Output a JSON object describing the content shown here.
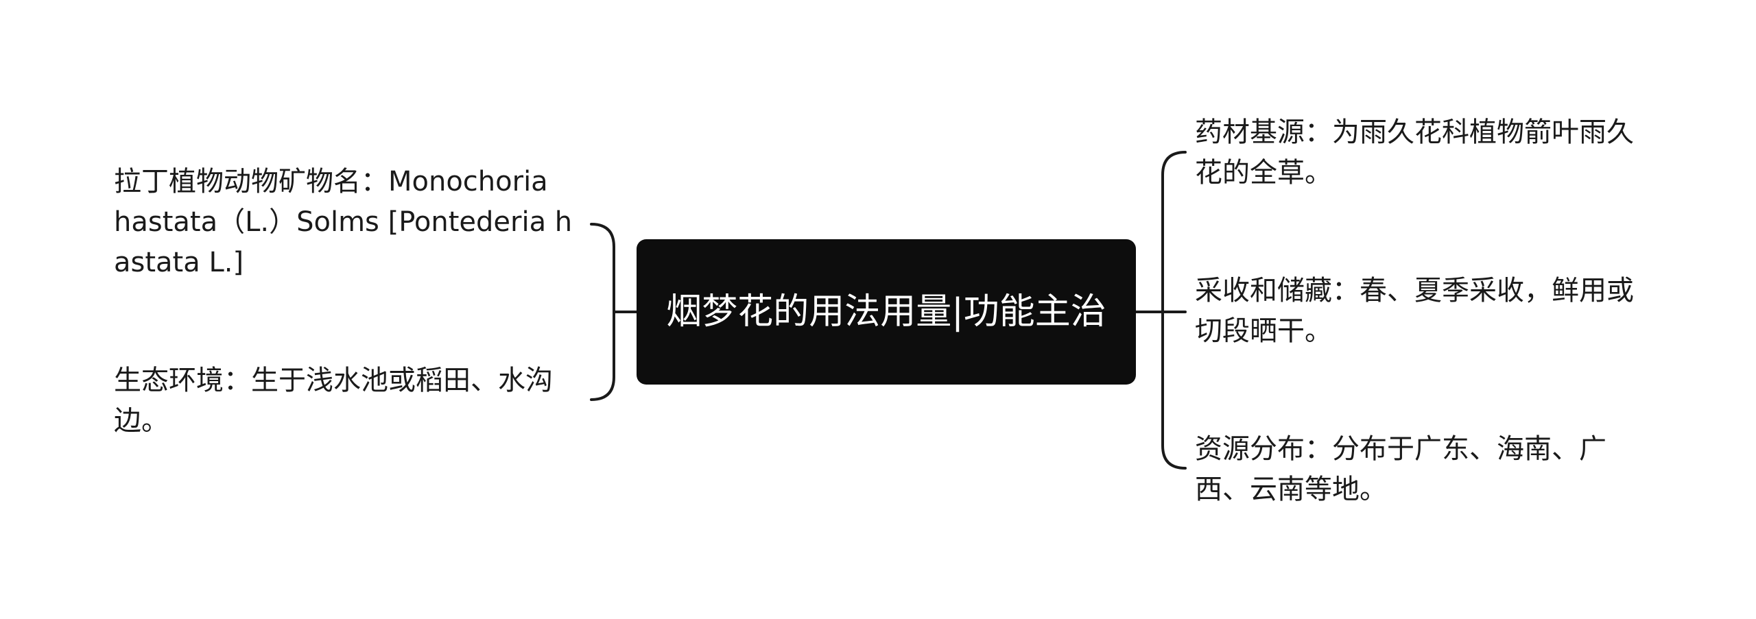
{
  "central_topic": "烟梦花的用法用量|功能主治",
  "left_branches": [
    {
      "text": "拉丁植物动物矿物名：Monochoria hastata（L.）Solms [Pontederia hastata L.]"
    },
    {
      "text": "生态环境：生于浅水池或稻田、水沟边。"
    }
  ],
  "right_branches": [
    {
      "text": "药材基源：为雨久花科植物箭叶雨久花的全草。"
    },
    {
      "text": "采收和储藏：春、夏季采收，鲜用或切段晒干。"
    },
    {
      "text": "资源分布：分布于广东、海南、广西、云南等地。"
    }
  ],
  "colors": {
    "node_fill": "#0d0d0d",
    "node_text": "#ffffff",
    "line": "#1a1a1a",
    "text": "#1a1a1a"
  }
}
